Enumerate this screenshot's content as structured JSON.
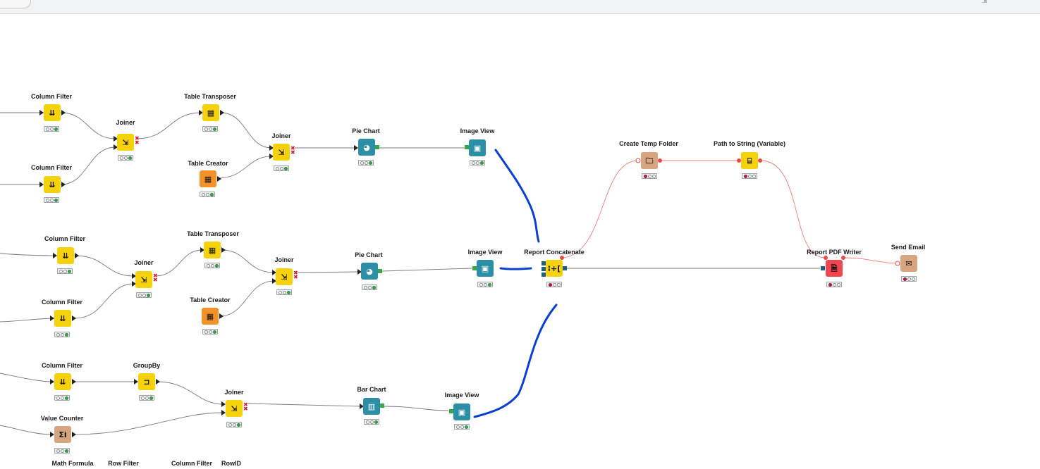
{
  "workflow": {
    "nodes": {
      "cf1": {
        "label": "Column Filter",
        "icon": "column-filter-icon",
        "status": "ready"
      },
      "cf2": {
        "label": "Column Filter",
        "icon": "column-filter-icon",
        "status": "ready"
      },
      "joiner1": {
        "label": "Joiner",
        "icon": "joiner-icon",
        "status": "ready"
      },
      "tt1": {
        "label": "Table Transposer",
        "icon": "table-transposer-icon",
        "status": "ready"
      },
      "tc1": {
        "label": "Table Creator",
        "icon": "table-creator-icon",
        "status": "ready"
      },
      "joiner2": {
        "label": "Joiner",
        "icon": "joiner-icon",
        "status": "ready"
      },
      "pie1": {
        "label": "Pie Chart",
        "icon": "pie-chart-icon",
        "status": "ready"
      },
      "iv1": {
        "label": "Image View",
        "icon": "image-view-icon",
        "status": "ready"
      },
      "cf3": {
        "label": "Column Filter",
        "icon": "column-filter-icon",
        "status": "ready"
      },
      "cf4": {
        "label": "Column Filter",
        "icon": "column-filter-icon",
        "status": "ready"
      },
      "joiner3": {
        "label": "Joiner",
        "icon": "joiner-icon",
        "status": "ready"
      },
      "tt2": {
        "label": "Table Transposer",
        "icon": "table-transposer-icon",
        "status": "ready"
      },
      "tc2": {
        "label": "Table Creator",
        "icon": "table-creator-icon",
        "status": "ready"
      },
      "joiner4": {
        "label": "Joiner",
        "icon": "joiner-icon",
        "status": "ready"
      },
      "pie2": {
        "label": "Pie Chart",
        "icon": "pie-chart-icon",
        "status": "ready"
      },
      "iv2": {
        "label": "Image View",
        "icon": "image-view-icon",
        "status": "ready"
      },
      "cf5": {
        "label": "Column Filter",
        "icon": "column-filter-icon",
        "status": "ready"
      },
      "groupby": {
        "label": "GroupBy",
        "icon": "groupby-icon",
        "status": "ready"
      },
      "joiner5": {
        "label": "Joiner",
        "icon": "joiner-icon",
        "status": "ready"
      },
      "bar": {
        "label": "Bar Chart",
        "icon": "bar-chart-icon",
        "status": "ready"
      },
      "iv3": {
        "label": "Image View",
        "icon": "image-view-icon",
        "status": "ready"
      },
      "vc": {
        "label": "Value Counter",
        "icon": "sigma-icon",
        "status": "ready"
      },
      "rc": {
        "label": "Report Concatenate",
        "icon": "report-concatenate-icon",
        "status": "configured"
      },
      "ctf": {
        "label": "Create Temp Folder",
        "icon": "temp-folder-icon",
        "status": "configured"
      },
      "pts": {
        "label": "Path to String (Variable)",
        "icon": "path-to-string-icon",
        "status": "configured"
      },
      "pdf": {
        "label": "Report PDF Writer",
        "icon": "pdf-writer-icon",
        "status": "configured"
      },
      "email": {
        "label": "Send Email",
        "icon": "email-icon",
        "status": "configured"
      }
    },
    "bottom_labels": [
      "Math Formula",
      "Row Filter",
      "Column Filter",
      "RowID"
    ],
    "colors": {
      "manipulator": "#f6d20c",
      "source": "#f4922a",
      "view": "#2d8fa6",
      "utility": "#d7a57f",
      "writer": "#f0464f",
      "connection": "#7a7a7a",
      "variable_connection": "#f07a7a",
      "annotation_stroke": "#0b3fd1",
      "status_ok": "#3aa64a",
      "status_error": "#c4183b"
    }
  }
}
